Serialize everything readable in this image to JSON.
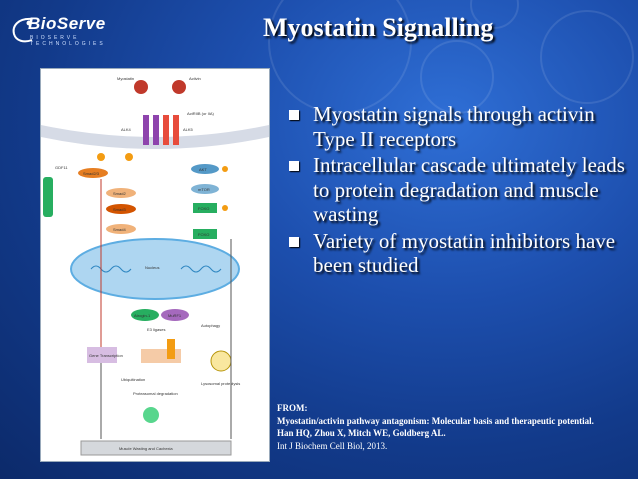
{
  "logo": {
    "name": "BioServe",
    "subtext": "BIOSERVE TECHNOLOGIES"
  },
  "title": "Myostatin Signalling",
  "bullets": [
    "Myostatin signals through activin Type II receptors",
    "Intracellular cascade ultimately leads to protein degradation and muscle wasting",
    "Variety of myostatin inhibitors have been studied"
  ],
  "reference": {
    "label": "FROM:",
    "title": "Myostatin/activin pathway antagonism: Molecular basis and therapeutic potential.",
    "authors": "Han HQ, Zhou X, Mitch WE, Goldberg AL.",
    "journal": "Int J Biochem Cell Biol, 2013."
  },
  "figure": {
    "ligands": [
      "Myostatin",
      "Activin"
    ],
    "receptor": "ActRIIB (or IIA)",
    "alk": [
      "ALK4",
      "ALK5"
    ],
    "side": "GDF11",
    "left": [
      "Smad2/3",
      "Smad2",
      "Smad3",
      "Smad4"
    ],
    "right": [
      "AKT",
      "mTOR",
      "FOXO",
      "FOXO"
    ],
    "nucleus": "Nucleus",
    "lower": [
      "Atrogin-1",
      "MuRF1",
      "E3 ligases",
      "Autophagy",
      "Gene Transcription",
      "Ubiquitination",
      "Proteasomal degradation",
      "Lysosomal proteolysis"
    ],
    "bottom": "Muscle Wasting and Cachexia"
  },
  "colors": {
    "bg": "#1d4fae",
    "ligand": "#c0392b",
    "receptor": "#8e44ad",
    "smad": "#e67e22",
    "akt": "#27ae60",
    "nucleus": "#5dade2"
  }
}
